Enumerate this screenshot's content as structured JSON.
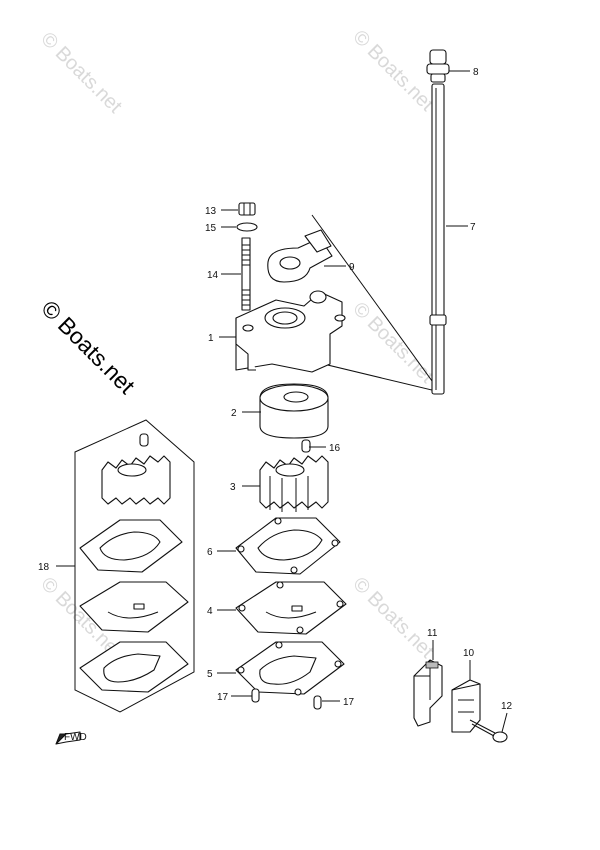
{
  "watermark": "© Boats.net",
  "brand_label": "© Boats.net",
  "fwd_label": "FWD",
  "callouts": [
    "1",
    "2",
    "3",
    "4",
    "5",
    "6",
    "7",
    "8",
    "9",
    "10",
    "11",
    "12",
    "13",
    "14",
    "15",
    "16",
    "17",
    "17",
    "18"
  ]
}
